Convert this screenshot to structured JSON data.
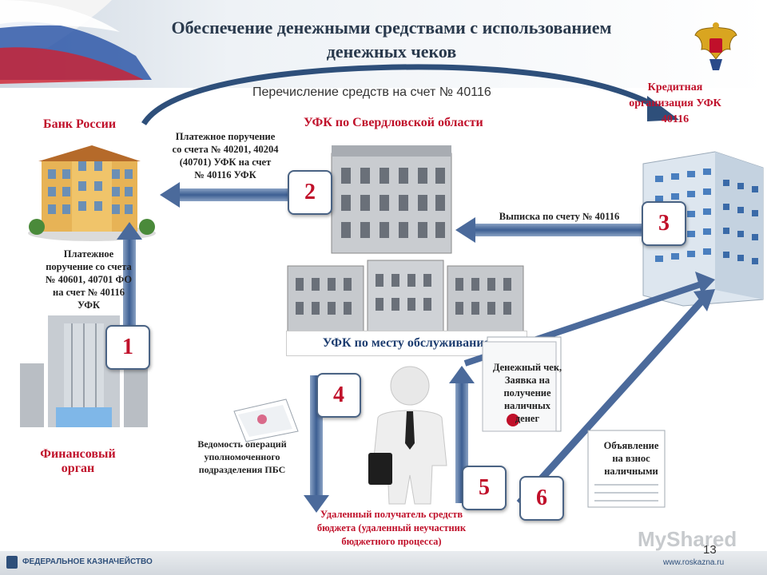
{
  "title_line1": "Обеспечение денежными средствами с использованием",
  "title_line2": "денежных чеков",
  "transfer_label": "Перечисление средств на счет № 40116",
  "credit_org_line1": "Кредитная",
  "credit_org_line2": "организация УФК",
  "credit_org_line3": "40116",
  "bank_russia": "Банк России",
  "ufk_sverdlovsk": "УФК по Свердловской области",
  "payment_order_top_1": "Платежное поручение",
  "payment_order_top_2": "со счета № 40201, 40204",
  "payment_order_top_3": "(40701) УФК на счет",
  "payment_order_top_4": "№ 40116 УФК",
  "statement_label": "Выписка по счету № 40116",
  "payment_order_left_1": "Платежное",
  "payment_order_left_2": "поручение со счета",
  "payment_order_left_3": "№ 40601, 40701 ФО",
  "payment_order_left_4": "на счет № 40116",
  "payment_order_left_5": "УФК",
  "ufk_local": "УФК по месту обслуживания",
  "cheque_1": "Денежный чек,",
  "cheque_2": "Заявка на",
  "cheque_3": "получение",
  "cheque_4": "наличных",
  "cheque_5": "денег",
  "finance_org_1": "Финансовый",
  "finance_org_2": "орган",
  "statement_ops_1": "Ведомость операций",
  "statement_ops_2": "уполномоченного",
  "statement_ops_3": "подразделения ПБС",
  "announce_1": "Объявление",
  "announce_2": "на взнос",
  "announce_3": "наличными",
  "remote_1": "Удаленный получатель средств",
  "remote_2": "бюджета (удаленный неучастник",
  "remote_3": "бюджетного процесса)",
  "steps": [
    "1",
    "2",
    "3",
    "4",
    "5",
    "6"
  ],
  "footer_left": "ФЕДЕРАЛЬНОЕ КАЗНАЧЕЙСТВО",
  "footer_right": "www.roskazna.ru",
  "watermark": "MyShared",
  "page_number": "13",
  "colors": {
    "arrow": "#4b6a9b",
    "red": "#c0102a",
    "navy": "#1d3d70"
  }
}
